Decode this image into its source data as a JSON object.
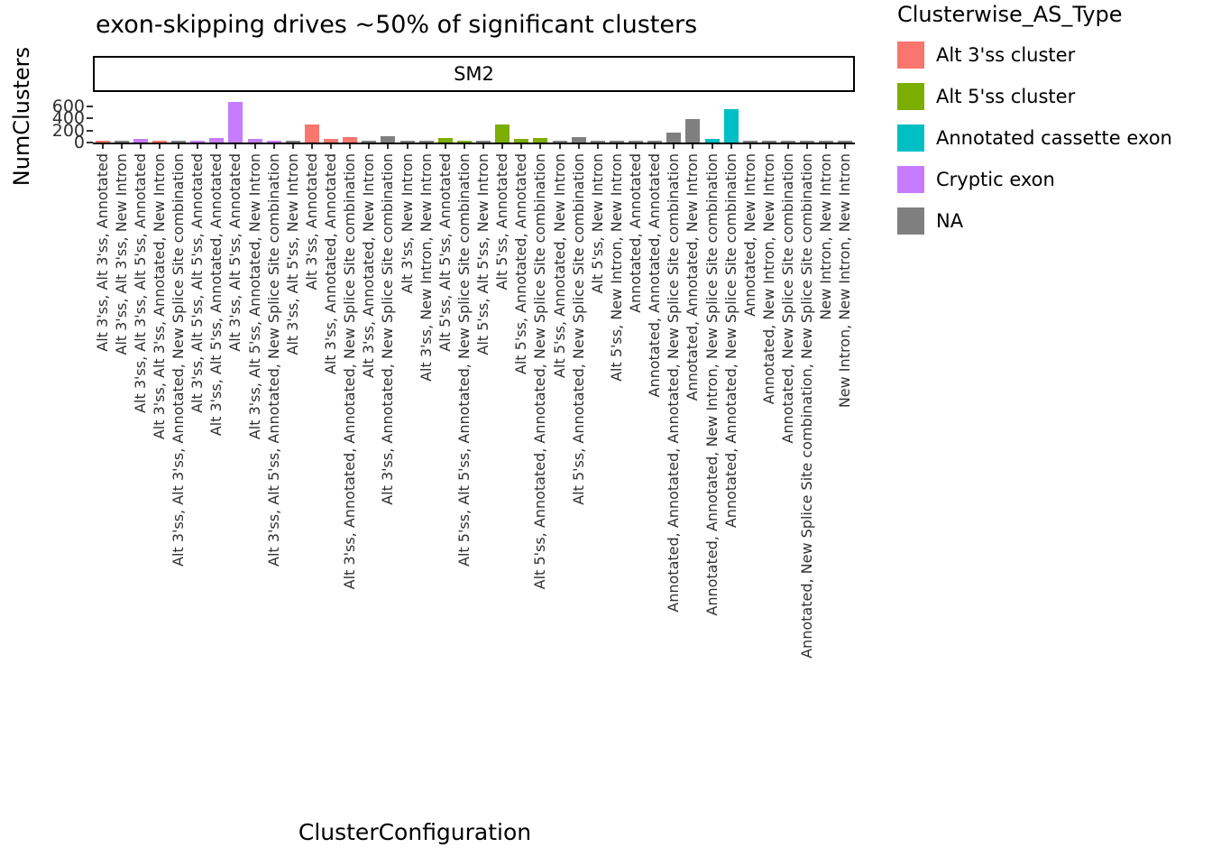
{
  "title": "exon-skipping drives ~50% of significant clusters",
  "facet_label": "SM2",
  "axes": {
    "x_title": "ClusterConfiguration",
    "y_title": "NumClusters"
  },
  "legend": {
    "title": "Clusterwise_AS_Type",
    "entries": [
      {
        "label": "Alt 3'ss cluster",
        "color": "#F8766D"
      },
      {
        "label": "Alt 5'ss cluster",
        "color": "#7CAE00"
      },
      {
        "label": "Annotated cassette exon",
        "color": "#00BFC4"
      },
      {
        "label": "Cryptic exon",
        "color": "#C77CFF"
      },
      {
        "label": "NA",
        "color": "#7F7F7F"
      }
    ]
  },
  "chart_data": {
    "type": "bar",
    "title": "exon-skipping drives ~50% of significant clusters",
    "facet": "SM2",
    "xlabel": "ClusterConfiguration",
    "ylabel": "NumClusters",
    "ylim": [
      0,
      700
    ],
    "yticks": [
      0,
      200,
      400,
      600
    ],
    "grid": false,
    "legend_position": "right",
    "legend_title": "Clusterwise_AS_Type",
    "group_colors": {
      "Alt 3'ss cluster": "#F8766D",
      "Alt 5'ss cluster": "#7CAE00",
      "Annotated cassette exon": "#00BFC4",
      "Cryptic exon": "#C77CFF",
      "NA": "#7F7F7F"
    },
    "categories": [
      "Alt 3'ss, Alt 3'ss, Annotated",
      "Alt 3'ss, Alt 3'ss, New Intron",
      "Alt 3'ss, Alt 3'ss, Alt 5'ss, Annotated",
      "Alt 3'ss, Alt 3'ss, Annotated, New Intron",
      "Alt 3'ss, Alt 3'ss, Annotated, New Splice Site combination",
      "Alt 3'ss, Alt 5'ss, Alt 5'ss, Annotated",
      "Alt 3'ss, Alt 5'ss, Annotated, Annotated",
      "Alt 3'ss, Alt 5'ss, Annotated",
      "Alt 3'ss, Alt 5'ss, Annotated, New Intron",
      "Alt 3'ss, Alt 5'ss, Annotated, New Splice Site combination",
      "Alt 3'ss, Alt 5'ss, New Intron",
      "Alt 3'ss, Annotated",
      "Alt 3'ss, Annotated, Annotated",
      "Alt 3'ss, Annotated, Annotated, New Splice Site combination",
      "Alt 3'ss, Annotated, New Intron",
      "Alt 3'ss, Annotated, New Splice Site combination",
      "Alt 3'ss, New Intron",
      "Alt 3'ss, New Intron, New Intron",
      "Alt 5'ss, Alt 5'ss, Annotated",
      "Alt 5'ss, Alt 5'ss, Annotated, New Splice Site combination",
      "Alt 5'ss, Alt 5'ss, New Intron",
      "Alt 5'ss, Annotated",
      "Alt 5'ss, Annotated, Annotated",
      "Alt 5'ss, Annotated, Annotated, New Splice Site combination",
      "Alt 5'ss, Annotated, New Intron",
      "Alt 5'ss, Annotated, New Splice Site combination",
      "Alt 5'ss, New Intron",
      "Alt 5'ss, New Intron, New Intron",
      "Annotated, Annotated",
      "Annotated, Annotated, Annotated",
      "Annotated, Annotated, Annotated, New Splice Site combination",
      "Annotated, Annotated, New Intron",
      "Annotated, Annotated, New Intron, New Splice Site combination",
      "Annotated, Annotated, New Splice Site combination",
      "Annotated, New Intron",
      "Annotated, New Intron, New Intron",
      "Annotated, New Splice Site combination",
      "Annotated, New Splice Site combination, New Splice Site combination",
      "New Intron, New Intron",
      "New Intron, New Intron, New Intron"
    ],
    "values": [
      15,
      10,
      60,
      25,
      8,
      20,
      70,
      660,
      55,
      10,
      12,
      300,
      55,
      95,
      12,
      105,
      15,
      8,
      80,
      15,
      10,
      290,
      60,
      75,
      12,
      85,
      10,
      8,
      15,
      12,
      170,
      380,
      60,
      545,
      12,
      8,
      10,
      8,
      15,
      10
    ],
    "groups": [
      "Alt 3'ss cluster",
      "NA",
      "Cryptic exon",
      "Alt 3'ss cluster",
      "NA",
      "Cryptic exon",
      "Cryptic exon",
      "Cryptic exon",
      "Cryptic exon",
      "Cryptic exon",
      "NA",
      "Alt 3'ss cluster",
      "Alt 3'ss cluster",
      "Alt 3'ss cluster",
      "NA",
      "NA",
      "NA",
      "NA",
      "Alt 5'ss cluster",
      "Alt 5'ss cluster",
      "NA",
      "Alt 5'ss cluster",
      "Alt 5'ss cluster",
      "Alt 5'ss cluster",
      "NA",
      "NA",
      "NA",
      "NA",
      "NA",
      "NA",
      "NA",
      "NA",
      "Annotated cassette exon",
      "Annotated cassette exon",
      "NA",
      "NA",
      "NA",
      "NA",
      "NA",
      "NA"
    ]
  }
}
